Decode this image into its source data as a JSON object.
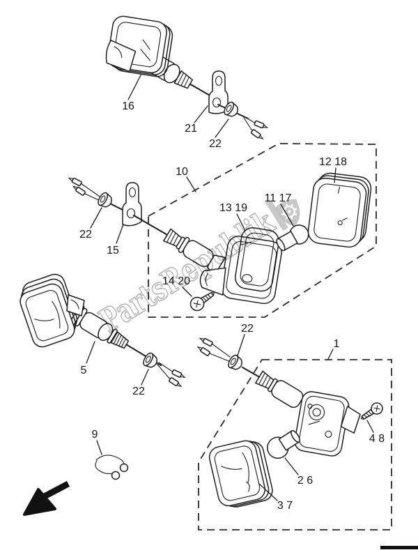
{
  "meta": {
    "background": "#ffffff",
    "line_color": "#1c1c1c",
    "watermark_color": "#b6b6b6"
  },
  "watermark": {
    "text": "PartsRepublik",
    "logo": "shield-gear-icon"
  },
  "callouts": [
    {
      "label": "16"
    },
    {
      "label": "21"
    },
    {
      "label": "22"
    },
    {
      "label": "10"
    },
    {
      "label": "12 18"
    },
    {
      "label": "11 17"
    },
    {
      "label": "13 19"
    },
    {
      "label": "14 20"
    },
    {
      "label": "22"
    },
    {
      "label": "15"
    },
    {
      "label": "5"
    },
    {
      "label": "22"
    },
    {
      "label": "22"
    },
    {
      "label": "1"
    },
    {
      "label": "4 8"
    },
    {
      "label": "2 6"
    },
    {
      "label": "3 7"
    },
    {
      "label": "9"
    }
  ]
}
